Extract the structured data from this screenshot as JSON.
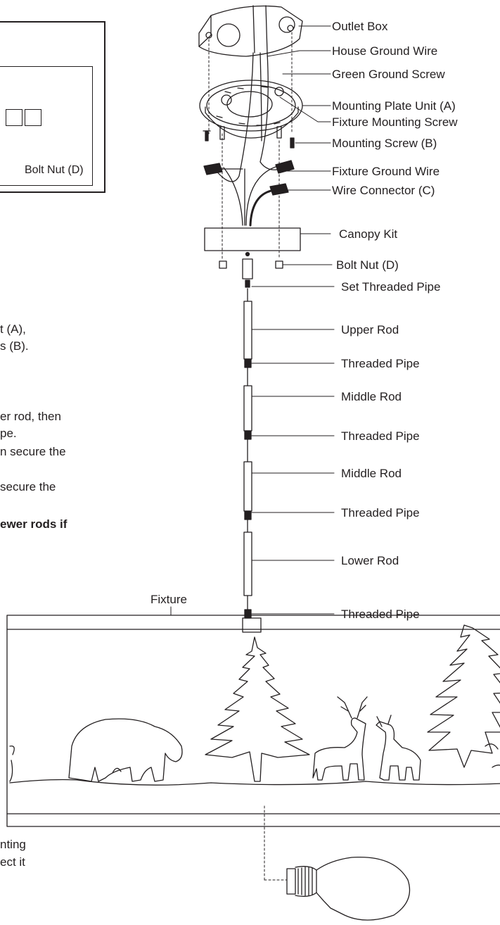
{
  "parts_box": {
    "label": "Bolt Nut (D)"
  },
  "instructions": {
    "line1": "t (A),",
    "line2": "s (B).",
    "line3": "er rod, then",
    "line4": "pe.",
    "line5": "n secure the",
    "line6": " secure the",
    "line7_bold": "ewer rods if",
    "line8": "nting",
    "line9": "ect it"
  },
  "callouts": [
    {
      "key": "outlet_box",
      "text": "Outlet Box"
    },
    {
      "key": "house_ground_wire",
      "text": "House Ground Wire"
    },
    {
      "key": "green_ground_screw",
      "text": "Green Ground Screw"
    },
    {
      "key": "mounting_plate_unit",
      "text": "Mounting Plate Unit (A)"
    },
    {
      "key": "fixture_mounting_screw",
      "text": "Fixture Mounting Screw"
    },
    {
      "key": "mounting_screw",
      "text": "Mounting Screw (B)"
    },
    {
      "key": "fixture_ground_wire",
      "text": "Fixture Ground Wire"
    },
    {
      "key": "wire_connector",
      "text": "Wire Connector (C)"
    },
    {
      "key": "canopy_kit",
      "text": "Canopy Kit"
    },
    {
      "key": "bolt_nut",
      "text": "Bolt Nut (D)"
    },
    {
      "key": "set_threaded_pipe",
      "text": "Set Threaded Pipe"
    },
    {
      "key": "upper_rod",
      "text": "Upper Rod"
    },
    {
      "key": "threaded_pipe_1",
      "text": "Threaded Pipe"
    },
    {
      "key": "middle_rod_1",
      "text": "Middle Rod"
    },
    {
      "key": "threaded_pipe_2",
      "text": "Threaded Pipe"
    },
    {
      "key": "middle_rod_2",
      "text": "Middle Rod"
    },
    {
      "key": "threaded_pipe_3",
      "text": "Threaded Pipe"
    },
    {
      "key": "lower_rod",
      "text": "Lower Rod"
    },
    {
      "key": "threaded_pipe_4",
      "text": "Threaded Pipe"
    }
  ],
  "fixture_label": "Fixture",
  "colors": {
    "ink": "#231f20",
    "background": "#ffffff"
  }
}
